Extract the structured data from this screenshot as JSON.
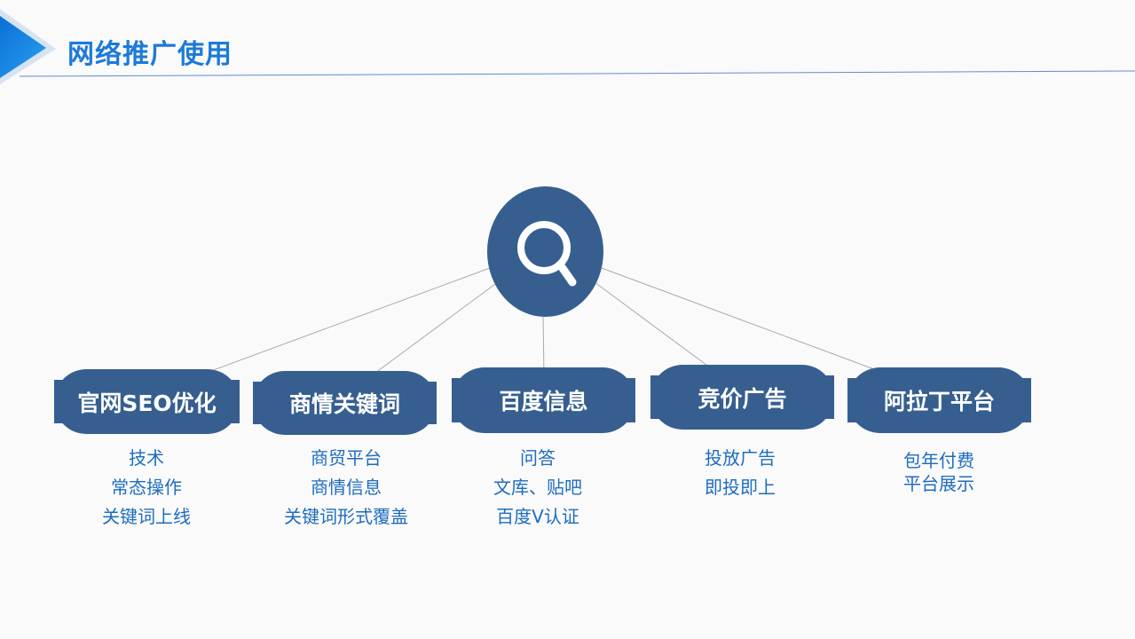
{
  "header": {
    "title": "网络推广使用",
    "accent_color": "#1c7ad8"
  },
  "diagram": {
    "hub_icon": "search-icon",
    "node_color": "#365f90",
    "text_color": "#1e6cc0",
    "categories": [
      {
        "label": "官网SEO优化",
        "items": [
          "技术",
          "常态操作",
          "关键词上线"
        ]
      },
      {
        "label": "商情关键词",
        "items": [
          "商贸平台",
          "商情信息",
          "关键词形式覆盖"
        ]
      },
      {
        "label": "百度信息",
        "items": [
          "问答",
          "文库、贴吧",
          "百度V认证"
        ]
      },
      {
        "label": "竞价广告",
        "items": [
          "投放广告",
          "即投即上"
        ]
      },
      {
        "label": "阿拉丁平台",
        "items": [
          "包年付费",
          "平台展示"
        ]
      }
    ]
  }
}
